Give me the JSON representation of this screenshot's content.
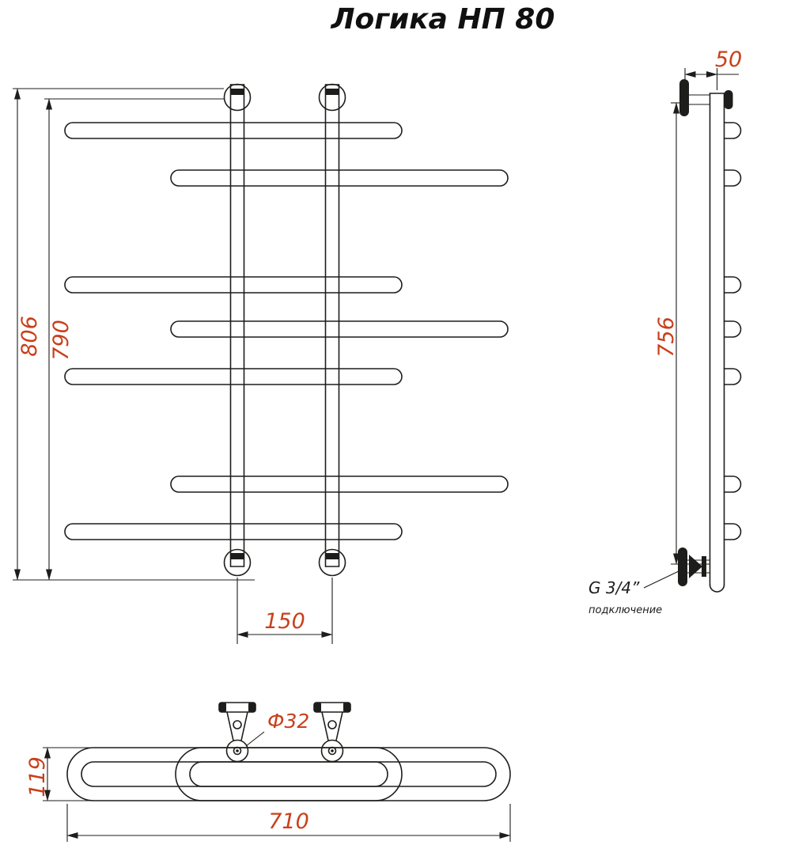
{
  "title": "Логика НП 80",
  "colors": {
    "line": "#1d1d1b",
    "dimension_text": "#c9401a"
  },
  "front_view": {
    "dim_total_height": "806",
    "dim_tube_height": "790",
    "dim_axis_spacing": "150"
  },
  "side_view": {
    "dim_wall_offset": "50",
    "dim_height": "756",
    "thread_label": "G 3/4”",
    "thread_note": "подключение"
  },
  "plan_view": {
    "dim_depth": "119",
    "dim_width": "710",
    "dim_tube_diameter": "Ф32"
  }
}
